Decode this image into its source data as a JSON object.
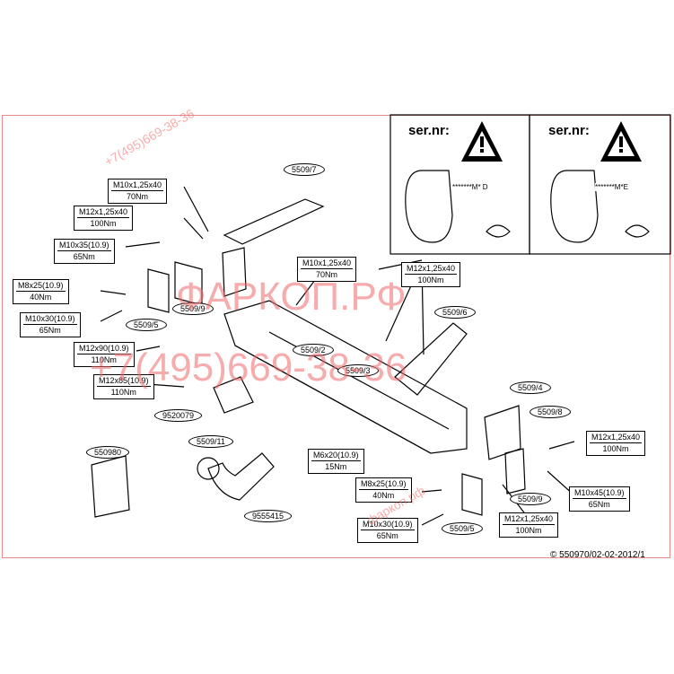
{
  "ser_panels": [
    {
      "label": "ser.nr:",
      "plate": "*******M* D"
    },
    {
      "label": "ser.nr:",
      "plate": "*******M*E"
    }
  ],
  "specs": {
    "m10_40_top": {
      "top": "M10x1,25x40",
      "bottom": "70Nm"
    },
    "m12_40_top": {
      "top": "M12x1,25x40",
      "bottom": "100Nm"
    },
    "m10x35": {
      "top": "M10x35(10.9)",
      "bottom": "65Nm"
    },
    "m8x25_left": {
      "top": "M8x25(10.9)",
      "bottom": "40Nm"
    },
    "m10x30_left": {
      "top": "M10x30(10.9)",
      "bottom": "65Nm"
    },
    "m12x90": {
      "top": "M12x90(10.9)",
      "bottom": "110Nm"
    },
    "m12x85": {
      "top": "M12x85(10.9)",
      "bottom": "110Nm"
    },
    "m10_40_mid": {
      "top": "M10x1,25x40",
      "bottom": "70Nm"
    },
    "m12_40_mid": {
      "top": "M12x1,25x40",
      "bottom": "100Nm"
    },
    "m6x20": {
      "top": "M6x20(10.9)",
      "bottom": "15Nm"
    },
    "m8x25_right": {
      "top": "M8x25(10.9)",
      "bottom": "40Nm"
    },
    "m10x30_right": {
      "top": "M10x30(10.9)",
      "bottom": "65Nm"
    },
    "m12_40_bottom": {
      "top": "M12x1,25x40",
      "bottom": "100Nm"
    },
    "m12_40_right": {
      "top": "M12x1,25x40",
      "bottom": "100Nm"
    },
    "m10x45": {
      "top": "M10x45(10.9)",
      "bottom": "65Nm"
    }
  },
  "parts": {
    "p5509_7": "5509/7",
    "p5509_9a": "5509/9",
    "p5509_5a": "5509/5",
    "p5509_2": "5509/2",
    "p5509_3": "5509/3",
    "p5509_6": "5509/6",
    "p5509_4": "5509/4",
    "p5509_8": "5509/8",
    "p9520079": "9520079",
    "p5509_11": "5509/11",
    "p550980": "550980",
    "p9555415": "9555415",
    "p5509_9b": "5509/9",
    "p5509_5b": "5509/5"
  },
  "copyright": "© 550970/02-02-2012/1",
  "watermarks": {
    "big_domain": "ФАРКОП.РФ",
    "big_phone": "+7(495)669-38-36",
    "small_domain": "фаркоп.рф",
    "small_phone": "+7(495)669-38-36"
  },
  "colors": {
    "watermark": "#f06a6a",
    "frame": "#e48a8a",
    "line": "#000000"
  }
}
